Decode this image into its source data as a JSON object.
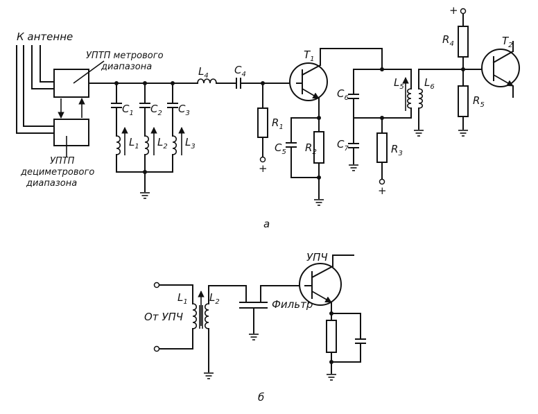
{
  "diagram_a": {
    "antenna_label": "К антенне",
    "uptp_meter": "УПТП  метрового",
    "uptp_meter_2": "диапазона",
    "uptp_decimeter": "УПТП",
    "uptp_decimeter_2": "дециметрового",
    "uptp_decimeter_3": "диапазона",
    "caption": "а",
    "plus_1": "+",
    "plus_2": "+",
    "plus_3": "+",
    "components": {
      "C1": {
        "letter": "C",
        "index": "1"
      },
      "C2": {
        "letter": "C",
        "index": "2"
      },
      "C3": {
        "letter": "C",
        "index": "3"
      },
      "L1": {
        "letter": "L",
        "index": "1"
      },
      "L2": {
        "letter": "L",
        "index": "2"
      },
      "L3": {
        "letter": "L",
        "index": "3"
      },
      "L4": {
        "letter": "L",
        "index": "4"
      },
      "C4": {
        "letter": "C",
        "index": "4"
      },
      "R1": {
        "letter": "R",
        "index": "1"
      },
      "T1": {
        "letter": "T",
        "index": "1"
      },
      "C5": {
        "letter": "C",
        "index": "5"
      },
      "R2": {
        "letter": "R",
        "index": "2"
      },
      "C6": {
        "letter": "C",
        "index": "6"
      },
      "C7": {
        "letter": "C",
        "index": "7"
      },
      "L5": {
        "letter": "L",
        "index": "5"
      },
      "L6": {
        "letter": "L",
        "index": "6"
      },
      "R3": {
        "letter": "R",
        "index": "3"
      },
      "R4": {
        "letter": "R",
        "index": "4"
      },
      "R5": {
        "letter": "R",
        "index": "5"
      },
      "T2": {
        "letter": "T",
        "index": "2"
      }
    }
  },
  "diagram_b": {
    "from_label": "От УПЧ",
    "amp_label": "УПЧ",
    "filter_label": "Фильтр",
    "caption": "б",
    "components": {
      "L1": {
        "letter": "L",
        "index": "1"
      },
      "L2": {
        "letter": "L",
        "index": "2"
      }
    }
  }
}
